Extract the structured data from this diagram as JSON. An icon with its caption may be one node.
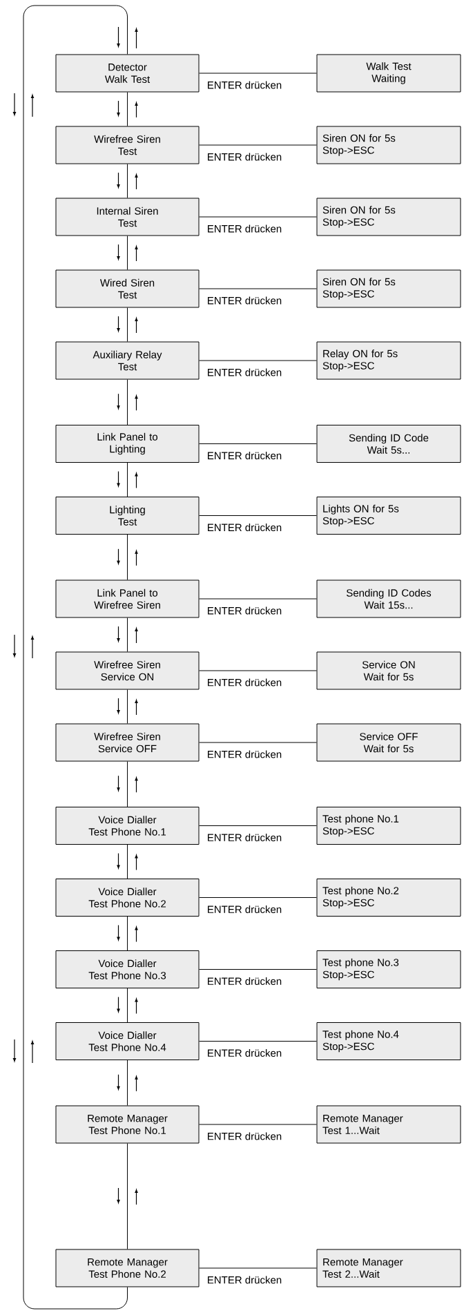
{
  "diagram": {
    "nodes": [
      {
        "text": [
          "Detector Walk Test"
        ]
      },
      {
        "text": [
          "Walk Test Waiting"
        ]
      },
      {
        "text": [
          "Wirefree Siren Test"
        ]
      },
      {
        "text": [
          "Siren ON for 5s Stop->ESC"
        ]
      },
      {
        "text": [
          "Internal Siren Test"
        ]
      },
      {
        "text": [
          "Siren ON for 5s Stop->ESC"
        ]
      },
      {
        "text": [
          "Wired Siren Test"
        ]
      },
      {
        "text": [
          "Siren ON for 5s Stop->ESC"
        ]
      },
      {
        "text": [
          "Auxiliary Relay Test"
        ]
      },
      {
        "text": [
          "Relay ON for 5s Stop->ESC"
        ]
      },
      {
        "text": [
          "Link Panel to Lighting"
        ]
      },
      {
        "text": [
          "Sending ID Code Wait 5s..."
        ]
      },
      {
        "text": [
          "Lighting Test"
        ]
      },
      {
        "text": [
          "Lights ON for 5s Stop->ESC"
        ]
      },
      {
        "text": [
          "Link Panel to Wirefree Siren"
        ]
      },
      {
        "text": [
          "Sending ID Codes Wait 15s..."
        ]
      },
      {
        "text": [
          "Wirefree Siren Service ON"
        ]
      },
      {
        "text": [
          "Service ON Wait for 5s"
        ]
      },
      {
        "text": [
          "Wirefree Siren Service OFF"
        ]
      },
      {
        "text": [
          "Service OFF Wait for 5s"
        ]
      },
      {
        "text": [
          "Voice Dialler Test Phone No.1"
        ]
      },
      {
        "text": [
          "Test phone No.1 Stop->ESC"
        ]
      },
      {
        "text": [
          "Voice Dialler Test Phone No.2"
        ]
      },
      {
        "text": [
          "Test phone No.2 Stop->ESC"
        ]
      },
      {
        "text": [
          "Voice Dialler Test Phone No.3"
        ]
      },
      {
        "text": [
          "Test phone No.3 Stop->ESC"
        ]
      },
      {
        "text": [
          "Voice Dialler Test Phone No.4"
        ]
      },
      {
        "text": [
          "Test phone No.4 Stop->ESC"
        ]
      },
      {
        "text": [
          "Remote Manager Test Phone No.1"
        ]
      },
      {
        "text": [
          "Remote Manager Test 1...Wait"
        ]
      },
      {
        "text": [
          "Remote Manager Test Phone No.2"
        ]
      },
      {
        "text": [
          "Remote Manager Test 2...Wait"
        ]
      }
    ],
    "edges": [
      {
        "from": 0,
        "to": 1,
        "arrow": "none",
        "label": "ENTER drücken"
      },
      {
        "from": 2,
        "to": 3,
        "arrow": "none",
        "label": "ENTER drücken"
      },
      {
        "from": 4,
        "to": 5,
        "arrow": "none",
        "label": "ENTER drücken"
      },
      {
        "from": 6,
        "to": 7,
        "arrow": "none",
        "label": "ENTER drücken"
      },
      {
        "from": 8,
        "to": 9,
        "arrow": "none",
        "label": "ENTER drücken"
      },
      {
        "from": 10,
        "to": 11,
        "arrow": "none",
        "label": "ENTER drücken"
      },
      {
        "from": 12,
        "to": 13,
        "arrow": "none",
        "label": "ENTER drücken"
      },
      {
        "from": 14,
        "to": 15,
        "arrow": "none",
        "label": "ENTER drücken"
      },
      {
        "from": 16,
        "to": 17,
        "arrow": "none",
        "label": "ENTER drücken"
      },
      {
        "from": 18,
        "to": 19,
        "arrow": "none",
        "label": "ENTER drücken"
      },
      {
        "from": 20,
        "to": 21,
        "arrow": "none",
        "label": "ENTER drücken"
      },
      {
        "from": 22,
        "to": 23,
        "arrow": "none",
        "label": "ENTER drücken"
      },
      {
        "from": 24,
        "to": 25,
        "arrow": "none",
        "label": "ENTER drücken"
      },
      {
        "from": 26,
        "to": 27,
        "arrow": "none",
        "label": "ENTER drücken"
      },
      {
        "from": 28,
        "to": 29,
        "arrow": "none",
        "label": "ENTER drücken"
      },
      {
        "from": 30,
        "to": 31,
        "arrow": "none",
        "label": "ENTER drücken"
      },
      {
        "from": 0,
        "to": 2,
        "arrow": "none"
      },
      {
        "from": 2,
        "to": 4,
        "arrow": "none"
      },
      {
        "from": 4,
        "to": 6,
        "arrow": "none"
      },
      {
        "from": 6,
        "to": 8,
        "arrow": "none"
      },
      {
        "from": 8,
        "to": 10,
        "arrow": "none"
      },
      {
        "from": 10,
        "to": 12,
        "arrow": "none"
      },
      {
        "from": 12,
        "to": 14,
        "arrow": "none"
      },
      {
        "from": 14,
        "to": 16,
        "arrow": "none"
      },
      {
        "from": 16,
        "to": 18,
        "arrow": "none"
      },
      {
        "from": 18,
        "to": 20,
        "arrow": "none"
      },
      {
        "from": 20,
        "to": 22,
        "arrow": "none"
      },
      {
        "from": 22,
        "to": 24,
        "arrow": "none"
      },
      {
        "from": 24,
        "to": 26,
        "arrow": "none"
      },
      {
        "from": 26,
        "to": 28,
        "arrow": "none"
      },
      {
        "from": 28,
        "to": 30,
        "arrow": "none"
      },
      {
        "from": 30,
        "to": 0,
        "arrow": "none"
      }
    ]
  }
}
